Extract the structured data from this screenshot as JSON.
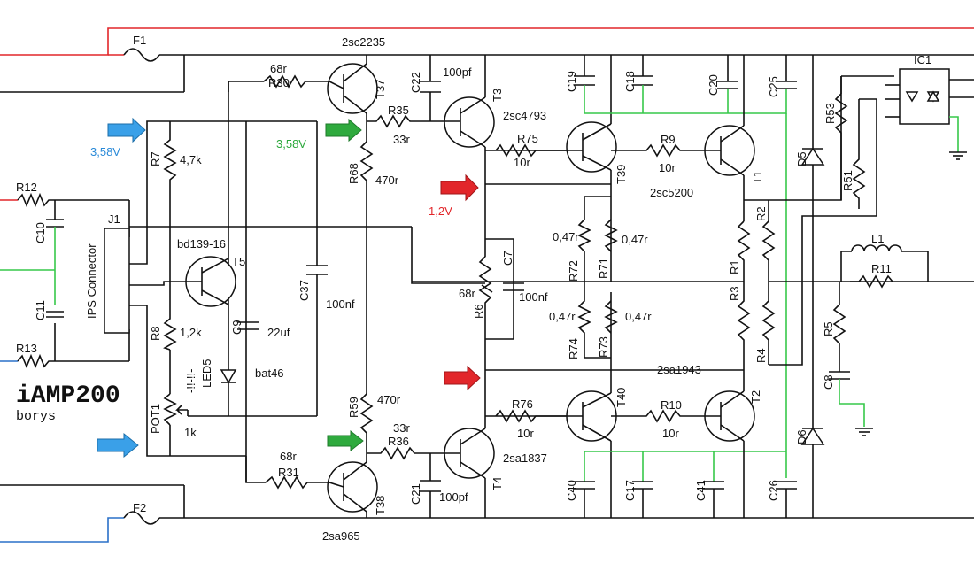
{
  "title": {
    "main": "iAMP200",
    "author": "borys"
  },
  "voltages": {
    "in_top": "3,58V",
    "t5": "3,58V",
    "bias": "1,2V"
  },
  "labels": {
    "F1": "F1",
    "F2": "F2",
    "IC1": "IC1",
    "L1": "L1",
    "J1": "J1",
    "ips": "IPS Connector",
    "T37": "T37",
    "T37p": "2sc2235",
    "T38": "T38",
    "T38p": "2sa965",
    "T3": "T3",
    "T3p": "2sc4793",
    "T4": "T4",
    "T4p": "2sa1837",
    "T39": "T39",
    "T40": "T40",
    "T1": "T1",
    "T1p": "2sc5200",
    "T2": "T2",
    "T2p": "2sa1943",
    "T5": "T5",
    "T5p": "bd139-16",
    "R30": "R30",
    "R30v": "68r",
    "R31": "R31",
    "R31v": "68r",
    "R35": "R35",
    "R35v": "33r",
    "R36": "R36",
    "R36v": "33r",
    "R68": "R68",
    "R68v": "470r",
    "R59": "R59",
    "R59v": "470r",
    "R75": "R75",
    "R75v": "10r",
    "R76": "R76",
    "R76v": "10r",
    "R9": "R9",
    "R9v": "10r",
    "R10": "R10",
    "R10v": "10r",
    "R7": "R7",
    "R7v": "4,7k",
    "R8": "R8",
    "R8v": "1,2k",
    "R6": "R6",
    "R6v": "68r",
    "R72": "R72",
    "R72v": "0,47r",
    "R71": "R71",
    "R71v": "0,47r",
    "R74": "R74",
    "R74v": "0,47r",
    "R73": "R73",
    "R73v": "0,47r",
    "R1": "R1",
    "R2": "R2",
    "R3": "R3",
    "R4": "R4",
    "R5": "R5",
    "R11": "R11",
    "R12": "R12",
    "R13": "R13",
    "R51": "R51",
    "R53": "R53",
    "C22": "C22",
    "C22v": "100pf",
    "C21": "C21",
    "C21v": "100pf",
    "C37": "C37",
    "C37v": "100nf",
    "C7": "C7",
    "C7v": "100nf",
    "C9": "C9",
    "C9v": "22uf",
    "C10": "C10",
    "C11": "C11",
    "C17": "C17",
    "C18": "C18",
    "C19": "C19",
    "C20": "C20",
    "C25": "C25",
    "C26": "C26",
    "C40": "C40",
    "C41": "C41",
    "C8": "C8",
    "LED5": "LED5",
    "LED5v": "bat46",
    "POT1": "POT1",
    "POT1v": "1k",
    "D5": "D5",
    "D6": "D6"
  },
  "colors": {
    "pos_rail": "#e2262a",
    "neg_rail": "#2a70c8",
    "ground": "#37c84a",
    "note_blue": "#2a8ad8",
    "note_green": "#2aa83a",
    "note_red": "#e2262a"
  }
}
